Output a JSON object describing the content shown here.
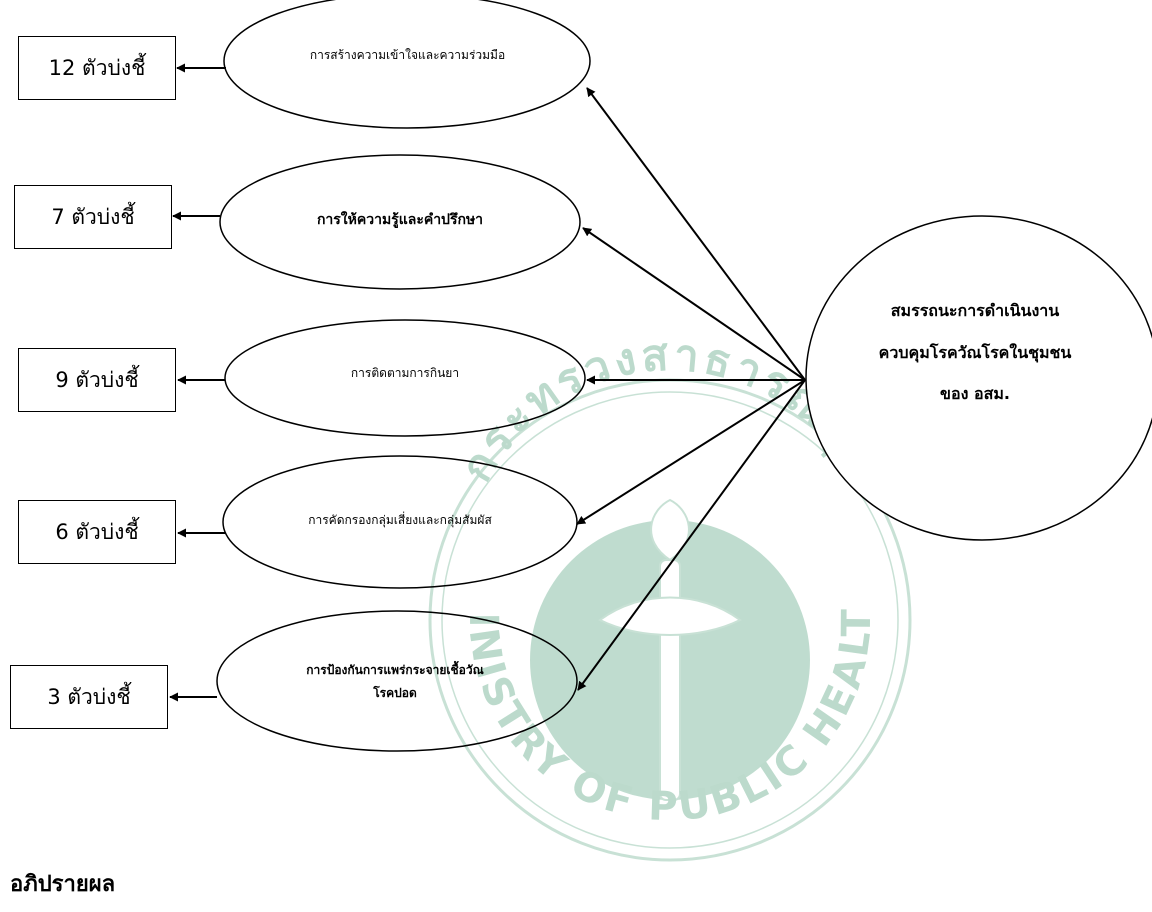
{
  "center": {
    "line1": "สมรรถนะการดำเนินงาน",
    "line2": "ควบคุมโรควัณโรคในชุมชน",
    "line3": "ของ อสม."
  },
  "components": [
    {
      "label": "การสร้างความเข้าใจและความร่วมมือ",
      "indicator": "12 ตัวบ่งชี้"
    },
    {
      "label": "การให้ความรู้และคำปรึกษา",
      "indicator": "7 ตัวบ่งชี้"
    },
    {
      "label": "การติดตามการกินยา",
      "indicator": "9 ตัวบ่งชี้"
    },
    {
      "label": "การคัดกรองกลุ่มเสี่ยงและกลุ่มสัมผัส",
      "indicator": "6 ตัวบ่งชี้"
    },
    {
      "label_line1": "การป้องกันการแพร่กระจายเชื้อวัณ",
      "label_line2": "โรคปอด",
      "indicator": "3 ตัวบ่งชี้"
    }
  ],
  "heading": "อภิปรายผล",
  "watermark": {
    "text_top": "กระทรวงสาธารณสุข",
    "text_bottom": "MINISTRY OF PUBLIC HEALTH",
    "color": "#7fb8a0"
  }
}
